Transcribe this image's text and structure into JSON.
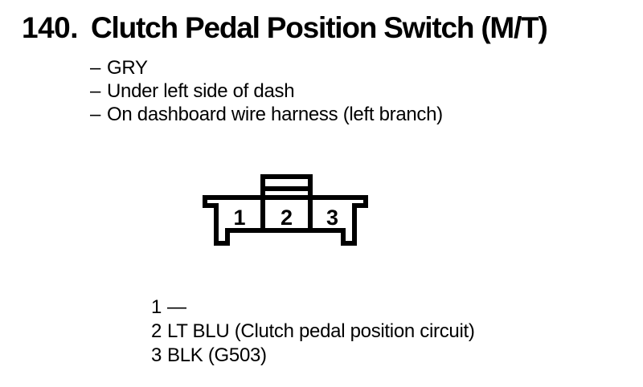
{
  "header": {
    "number": "140.",
    "title": "Clutch Pedal Position Switch (M/T)"
  },
  "details": {
    "prefix": "–",
    "items": [
      "GRY",
      "Under left side of dash",
      "On dashboard wire harness (left branch)"
    ]
  },
  "connector": {
    "pins": [
      "1",
      "2",
      "3"
    ]
  },
  "legend": {
    "rows": [
      {
        "pin": "1",
        "desc": "—"
      },
      {
        "pin": "2",
        "desc": "LT BLU (Clutch pedal position circuit)"
      },
      {
        "pin": "3",
        "desc": "BLK (G503)"
      }
    ]
  },
  "colors": {
    "ink": "#000000",
    "paper": "#ffffff"
  }
}
